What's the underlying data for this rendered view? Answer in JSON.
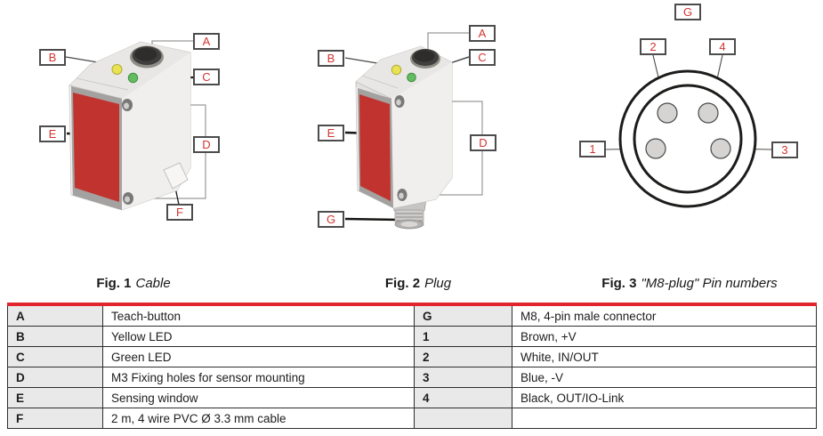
{
  "captions": [
    {
      "fig": "Fig. 1",
      "label": "Cable"
    },
    {
      "fig": "Fig. 2",
      "label": "Plug"
    },
    {
      "fig": "Fig. 3",
      "label": "\"M8-plug\" Pin numbers"
    }
  ],
  "callouts": {
    "fig1": [
      "A",
      "B",
      "C",
      "D",
      "E",
      "F"
    ],
    "fig2": [
      "A",
      "B",
      "C",
      "D",
      "E",
      "G"
    ],
    "fig3": [
      "G",
      "2",
      "4",
      "1",
      "3"
    ]
  },
  "legend": {
    "rows": [
      {
        "k1": "A",
        "d1": "Teach-button",
        "k2": "G",
        "d2": "M8, 4-pin male connector"
      },
      {
        "k1": "B",
        "d1": "Yellow LED",
        "k2": "1",
        "d2": "Brown, +V"
      },
      {
        "k1": "C",
        "d1": "Green LED",
        "k2": "2",
        "d2": "White, IN/OUT"
      },
      {
        "k1": "D",
        "d1": "M3 Fixing holes for sensor mounting",
        "k2": "3",
        "d2": "Blue, -V"
      },
      {
        "k1": "E",
        "d1": "Sensing window",
        "k2": "4",
        "d2": "Black, OUT/IO-Link"
      },
      {
        "k1": "F",
        "d1": "2 m, 4 wire PVC Ø 3.3 mm cable",
        "k2": "",
        "d2": ""
      }
    ]
  },
  "colors": {
    "table_top_bar": "#e2242c",
    "callout_text": "#d3342f",
    "callout_border": "#4c4c4c",
    "sensing_window_red": "#c1332e",
    "led_yellow": "#e9e252",
    "led_green": "#63bc61",
    "key_cell_bg": "#e9e9e9"
  }
}
